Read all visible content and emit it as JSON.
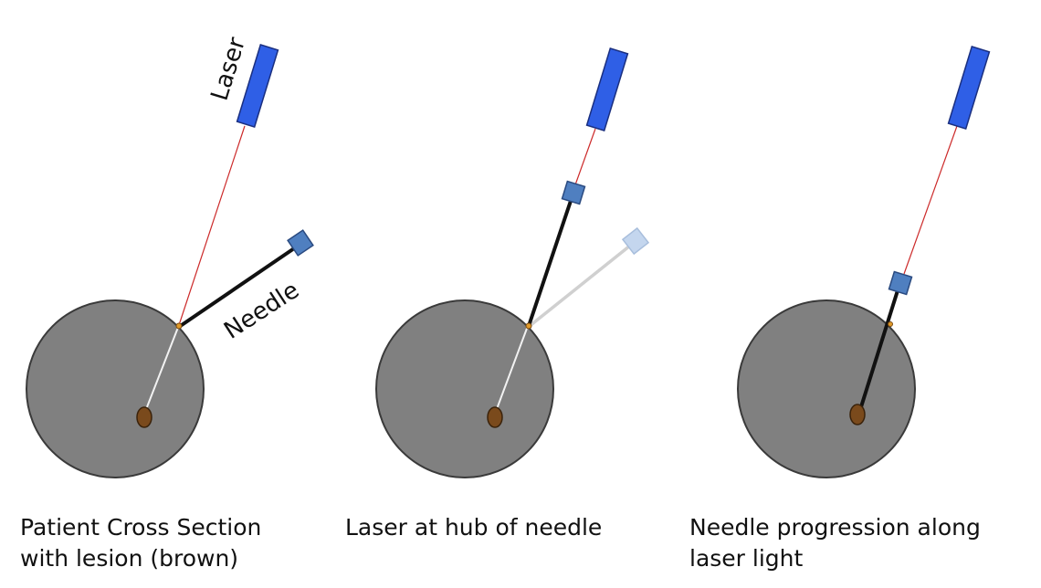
{
  "labels": {
    "laser": "Laser",
    "needle": "Needle"
  },
  "captions": {
    "panel1": {
      "line1": "Patient Cross Section",
      "line2": "with lesion (brown)"
    },
    "panel2": {
      "line1": "Laser at hub of needle"
    },
    "panel3": {
      "line1": "Needle progression along",
      "line2": "laser light"
    }
  },
  "colors": {
    "body": "#808080",
    "body_outline": "#3a3a3a",
    "lesion": "#7a4a1c",
    "laser_device": "#2f5fe6",
    "laser_beam": "#cc2a2a",
    "needle": "#111111",
    "needle_hub": "#4f7fc0",
    "needle_ghost": "#d0d0d0",
    "needle_hub_ghost": "#c4d6ee",
    "entry_point": "#e09a2a",
    "internal_path": "#f2f2f2"
  }
}
